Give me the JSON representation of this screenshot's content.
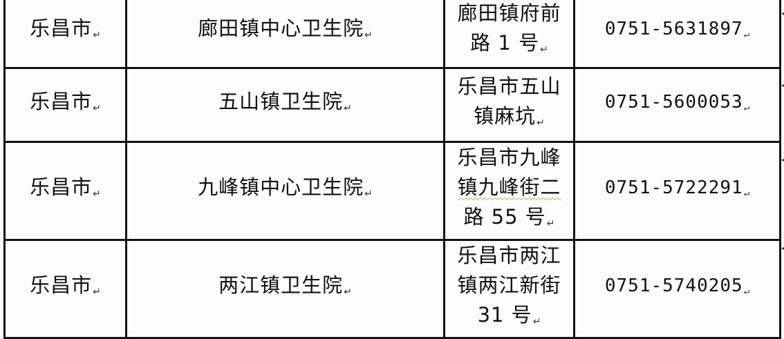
{
  "paragraph_mark": "↵",
  "rows": [
    {
      "city": "乐昌市",
      "institution": "廊田镇中心卫生院",
      "address_lines": [
        "廊田镇府前",
        "路 1 号"
      ],
      "phone": "0751-5631897"
    },
    {
      "city": "乐昌市",
      "institution": "五山镇卫生院",
      "address_lines": [
        "乐昌市五山",
        "镇麻坑"
      ],
      "phone": "0751-5600053"
    },
    {
      "city": "乐昌市",
      "institution": "九峰镇中心卫生院",
      "address_lines": [
        "乐昌市九峰",
        "镇九峰街二",
        "路 55 号"
      ],
      "phone": "0751-5722291"
    },
    {
      "city": "乐昌市",
      "institution": "两江镇卫生院",
      "address_lines": [
        "乐昌市两江",
        "镇两江新街",
        "31 号"
      ],
      "phone": "0751-5740205"
    }
  ]
}
